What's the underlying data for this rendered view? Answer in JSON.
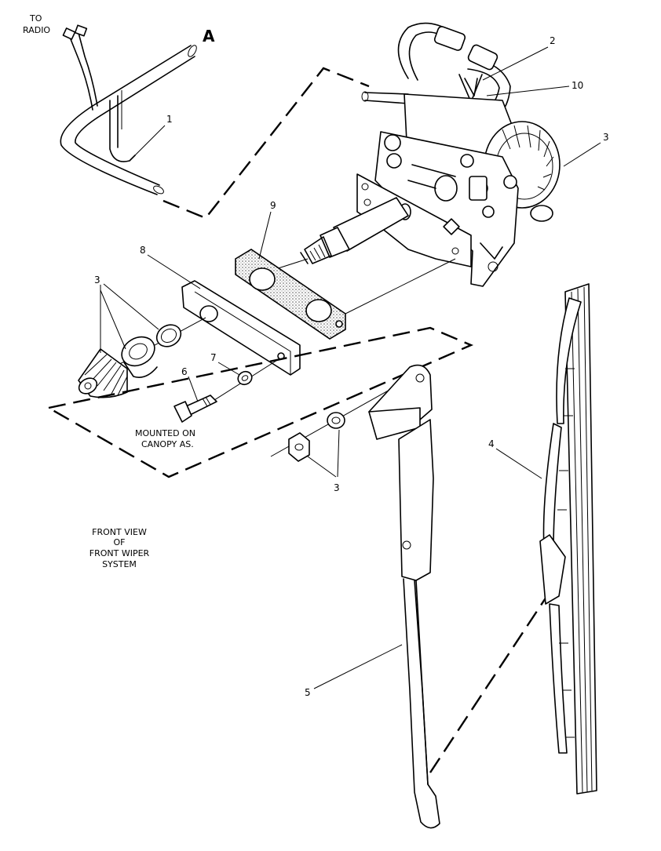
{
  "labels": {
    "to_radio_1": "TO",
    "to_radio_2": "RADIO",
    "view_letter": "A",
    "mounted_1": "MOUNTED ON",
    "mounted_2": "CANOPY AS.",
    "caption_1": "FRONT VIEW",
    "caption_2": "OF",
    "caption_3": "FRONT WIPER",
    "caption_4": "SYSTEM"
  },
  "callouts": {
    "c1": "1",
    "c2": "2",
    "c3_motor": "3",
    "c3_cap": "3",
    "c3_nut": "3",
    "c4": "4",
    "c5": "5",
    "c6": "6",
    "c7": "7",
    "c8": "8",
    "c9": "9",
    "c10": "10"
  },
  "colors": {
    "line": "#000000",
    "background": "#ffffff",
    "gasket_fill": "#d9d9d9"
  }
}
